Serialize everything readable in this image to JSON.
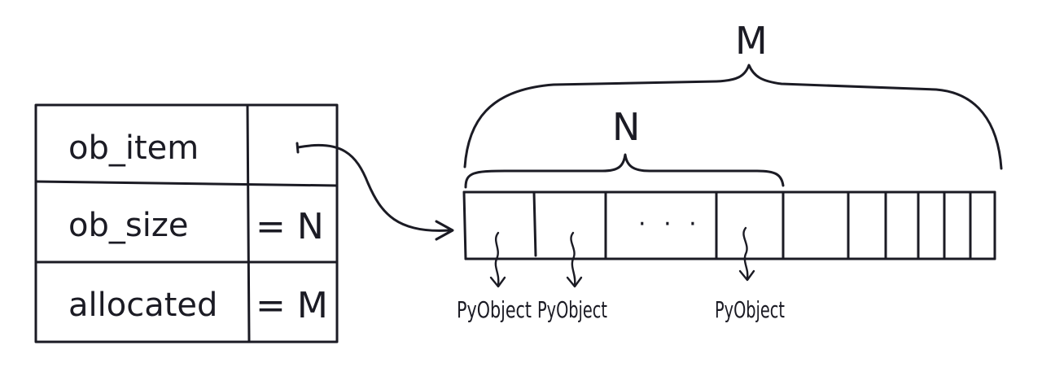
{
  "struct_table": {
    "rows": [
      {
        "field": "ob_item",
        "value": ""
      },
      {
        "field": "ob_size",
        "value": "= N"
      },
      {
        "field": "allocated",
        "value": "= M"
      }
    ]
  },
  "array": {
    "total_label": "M",
    "used_label": "N",
    "ellipsis": "· · ·",
    "pointer_targets": [
      "PyObject",
      "PyObject",
      "PyObject"
    ]
  },
  "colors": {
    "ink": "#1b1b24",
    "background": "#ffffff"
  }
}
